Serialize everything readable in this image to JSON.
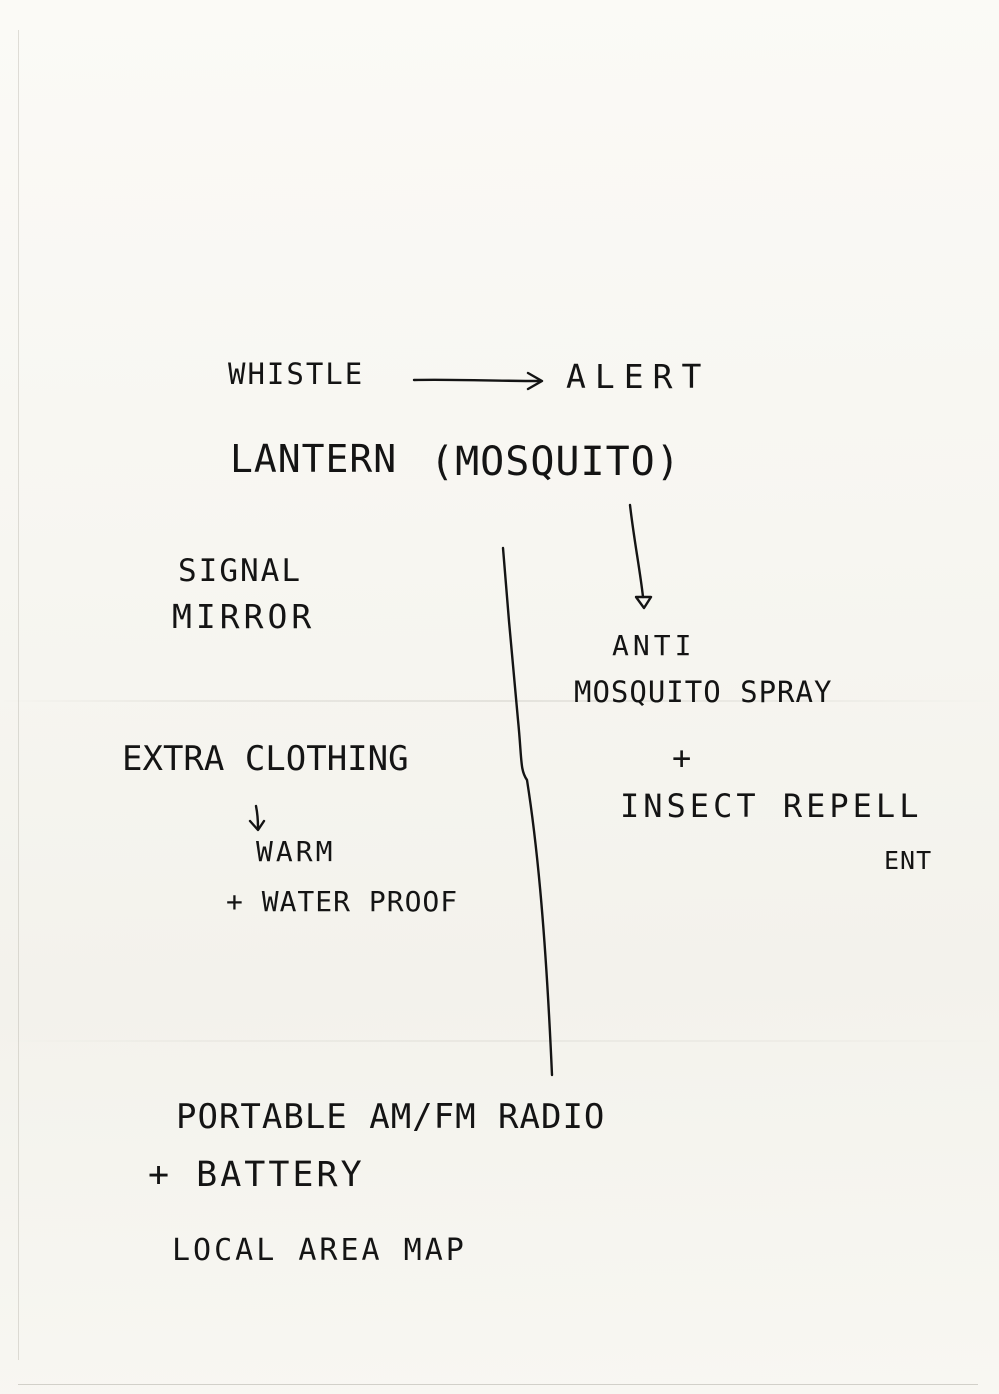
{
  "notes": {
    "whistle": "WHISTLE",
    "alert": "ALERT",
    "lantern": "LANTERN",
    "mosquito_paren": "(MOSQUITO)",
    "signal": "SIGNAL",
    "mirror": "MIRROR",
    "anti": "ANTI",
    "mosquito_spray": "MOSQUITO SPRAY",
    "extra_clothing": "EXTRA CLOTHING",
    "plus_repellent": "+",
    "insect_repell": "INSECT REPELL",
    "ent": "ENT",
    "warm": "WARM",
    "waterproof": "+ WATER PROOF",
    "radio": "PORTABLE AM/FM RADIO",
    "battery": "+ BATTERY",
    "map": "LOCAL AREA MAP"
  },
  "colors": {
    "ink": "#141414",
    "paper": "#f8f7f2"
  }
}
